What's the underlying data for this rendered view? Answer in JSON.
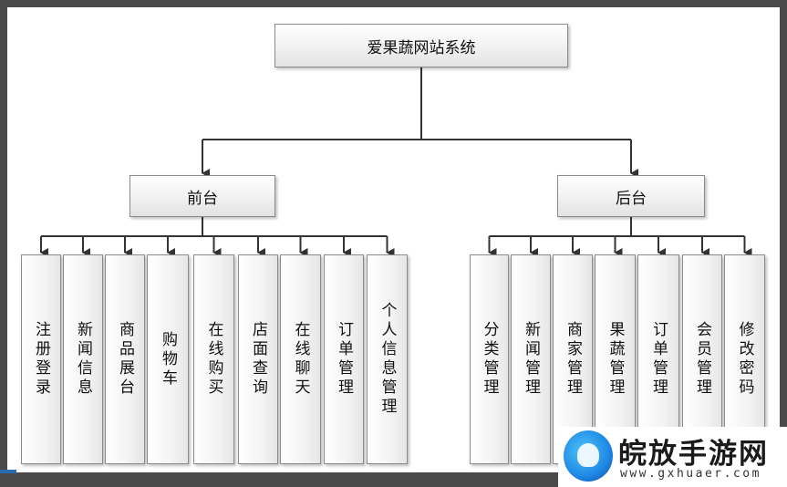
{
  "diagram": {
    "root": "爱果蔬网站系统",
    "frontend": {
      "label": "前台",
      "items": [
        "注册登录",
        "新闻信息",
        "商品展台",
        "购物车",
        "在线购买",
        "店面查询",
        "在线聊天",
        "订单管理",
        "个人信息管理"
      ]
    },
    "backend": {
      "label": "后台",
      "items": [
        "分类管理",
        "新闻管理",
        "商家管理",
        "果蔬管理",
        "订单管理",
        "会员管理",
        "修改密码"
      ]
    }
  },
  "watermark": {
    "title": "皖放手游网",
    "url": "www.gxhuaer.com",
    "logo_icon": "octopus-logo-icon"
  },
  "colors": {
    "line": "#333333",
    "box_border": "#8a8a8a",
    "outer_bg": "#4a4a4a"
  }
}
